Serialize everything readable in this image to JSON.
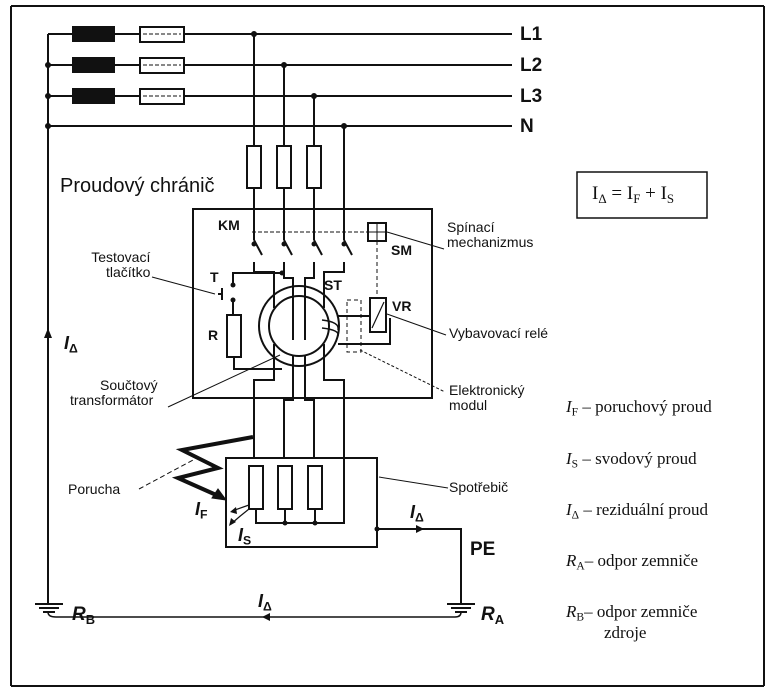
{
  "diagram": {
    "title": "Proudový chránič",
    "lines": {
      "l1": "L1",
      "l2": "L2",
      "l3": "L3",
      "n": "N"
    },
    "formula": {
      "lhs": "I",
      "lhs_sub": "Δ",
      "eq": " = ",
      "t1": "I",
      "t1_sub": "F",
      "plus": " + ",
      "t2": "I",
      "t2_sub": "S"
    },
    "components": {
      "km": "KM",
      "sm": "SM",
      "t": "T",
      "st": "ST",
      "vr": "VR",
      "r": "R",
      "pe": "PE"
    },
    "callouts": {
      "spinaci_1": "Spínací",
      "spinaci_2": "mechanizmus",
      "testovaci_1": "Testovací",
      "testovaci_2": "tlačítko",
      "vybavovaci": "Vybavovací relé",
      "soucetovy_1": "Součtový",
      "soucetovy_2": "transformátor",
      "elektronicky_1": "Elektronický",
      "elektronicky_2": "modul",
      "porucha": "Porucha",
      "spotrebic": "Spotřebič"
    },
    "currents": {
      "i_delta": "I",
      "delta": "Δ",
      "i_f": "I",
      "f": "F",
      "i_s": "I",
      "s": "S"
    },
    "grounds": {
      "rb": "R",
      "rb_sub": "B",
      "ra": "R",
      "ra_sub": "A"
    },
    "legend": [
      {
        "sym": "I",
        "sub": "F",
        "text": "– poruchový proud"
      },
      {
        "sym": "I",
        "sub": "S",
        "text": "– svodový proud"
      },
      {
        "sym": "I",
        "sub": "Δ",
        "text": "– reziduální proud"
      },
      {
        "sym": "R",
        "sub": "A",
        "text": "– odpor zemniče"
      },
      {
        "sym": "R",
        "sub": "B",
        "text": "– odpor zemniče",
        "text2": "zdroje"
      }
    ]
  }
}
